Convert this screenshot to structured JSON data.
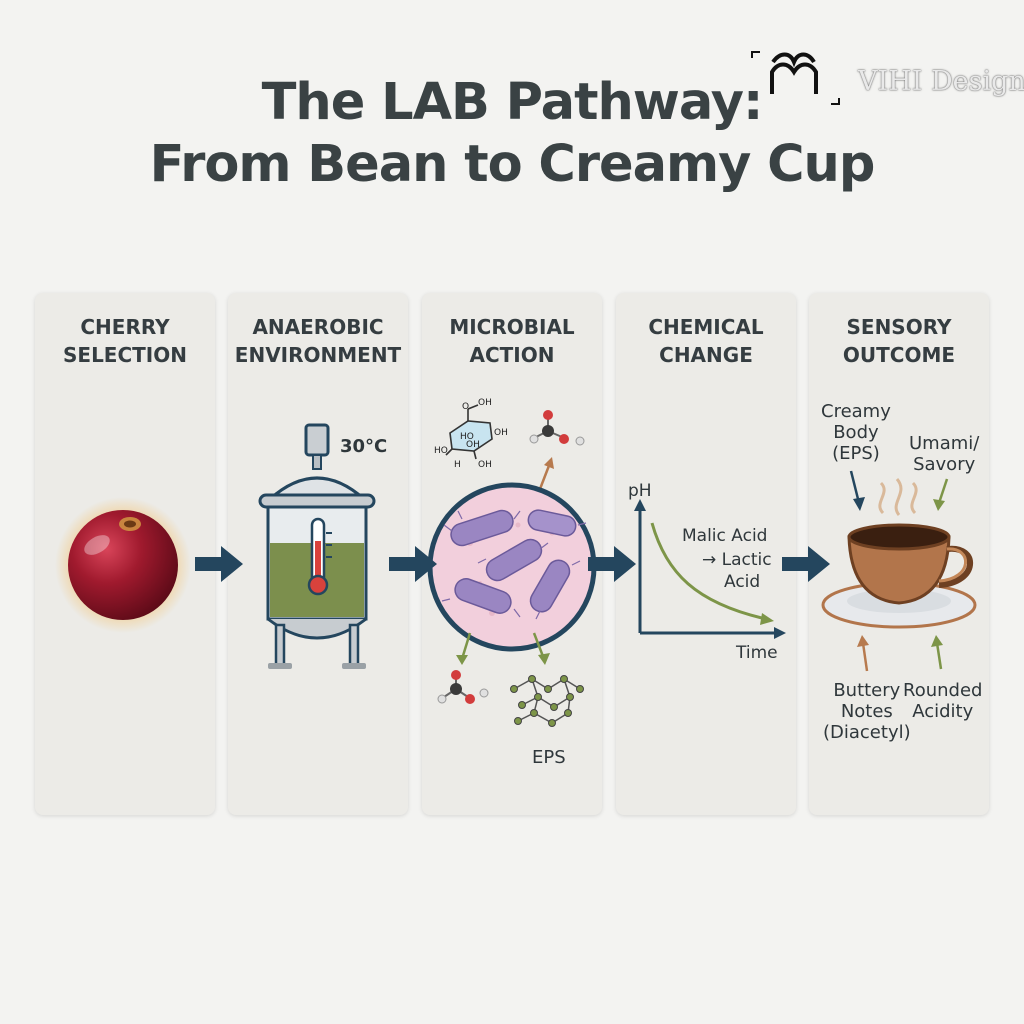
{
  "brand": {
    "name": "VIHI Design"
  },
  "title": {
    "line1": "The LAB Pathway:",
    "line2": "From Bean to Creamy Cup"
  },
  "stages": [
    {
      "line1": "CHERRY",
      "line2": "SELECTION"
    },
    {
      "line1": "ANAEROBIC",
      "line2": "ENVIRONMENT"
    },
    {
      "line1": "MICROBIAL",
      "line2": "ACTION"
    },
    {
      "line1": "CHEMICAL",
      "line2": "CHANGE"
    },
    {
      "line1": "SENSORY",
      "line2": "OUTCOME"
    }
  ],
  "anaerobic": {
    "temperature": "30°C"
  },
  "microbial": {
    "eps_label": "EPS",
    "sugar_labels": [
      "O",
      "OH",
      "HO",
      "OH",
      "OH",
      "HO",
      "H",
      "OH"
    ]
  },
  "chemical": {
    "y_axis": "pH",
    "x_axis": "Time",
    "line1": "Malic Acid",
    "line2": "→ Lactic",
    "line3": "Acid"
  },
  "sensory": {
    "body": [
      "Creamy",
      "Body",
      "(EPS)"
    ],
    "umami": [
      "Umami/",
      "Savory"
    ],
    "buttery": [
      "Buttery",
      "Notes",
      "(Diacetyl)"
    ],
    "acidity": [
      "Rounded",
      "Acidity"
    ]
  },
  "colors": {
    "arrow": "#24465e",
    "bacteria": "#9a86c2",
    "cell": "#f2cfdc",
    "liquid": "#7c8f4d",
    "cherry": "#8e1426",
    "coffee": "#b2754b",
    "trend_arrow": "#7d9548",
    "sense_arrow": "#b77a4e"
  }
}
